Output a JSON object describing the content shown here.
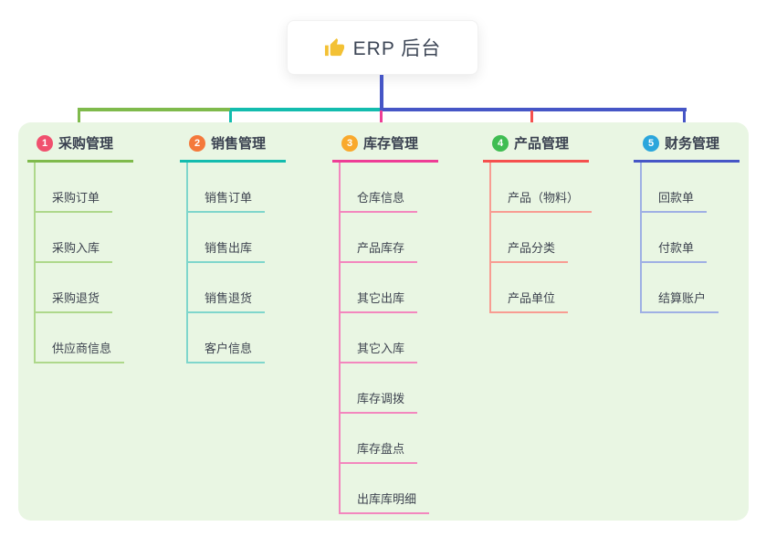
{
  "root": {
    "title": "ERP 后台",
    "icon": "thumbs-up-icon",
    "icon_color": "#f3c134",
    "connector_color": "#4656c6"
  },
  "panel": {
    "background": "#e9f6e3"
  },
  "branches": [
    {
      "index": "1",
      "label": "采购管理",
      "color": "#7fba4c",
      "light_color": "#aed88b",
      "badge_color": "#f0506e",
      "items": [
        "采购订单",
        "采购入库",
        "采购退货",
        "供应商信息"
      ]
    },
    {
      "index": "2",
      "label": "销售管理",
      "color": "#13bcae",
      "light_color": "#7fd6cc",
      "badge_color": "#f4793b",
      "items": [
        "销售订单",
        "销售出库",
        "销售退货",
        "客户信息"
      ]
    },
    {
      "index": "3",
      "label": "库存管理",
      "color": "#ee3d96",
      "light_color": "#f387be",
      "badge_color": "#f9a92c",
      "items": [
        "仓库信息",
        "产品库存",
        "其它出库",
        "其它入库",
        "库存调拨",
        "库存盘点",
        "出库库明细"
      ]
    },
    {
      "index": "4",
      "label": "产品管理",
      "color": "#f5504e",
      "light_color": "#f89c92",
      "badge_color": "#3fbd52",
      "items": [
        "产品（物料）",
        "产品分类",
        "产品单位"
      ]
    },
    {
      "index": "5",
      "label": "财务管理",
      "color": "#4656c6",
      "light_color": "#9fb0e4",
      "badge_color": "#2ba6dc",
      "items": [
        "回款单",
        "付款单",
        "结算账户"
      ]
    }
  ]
}
